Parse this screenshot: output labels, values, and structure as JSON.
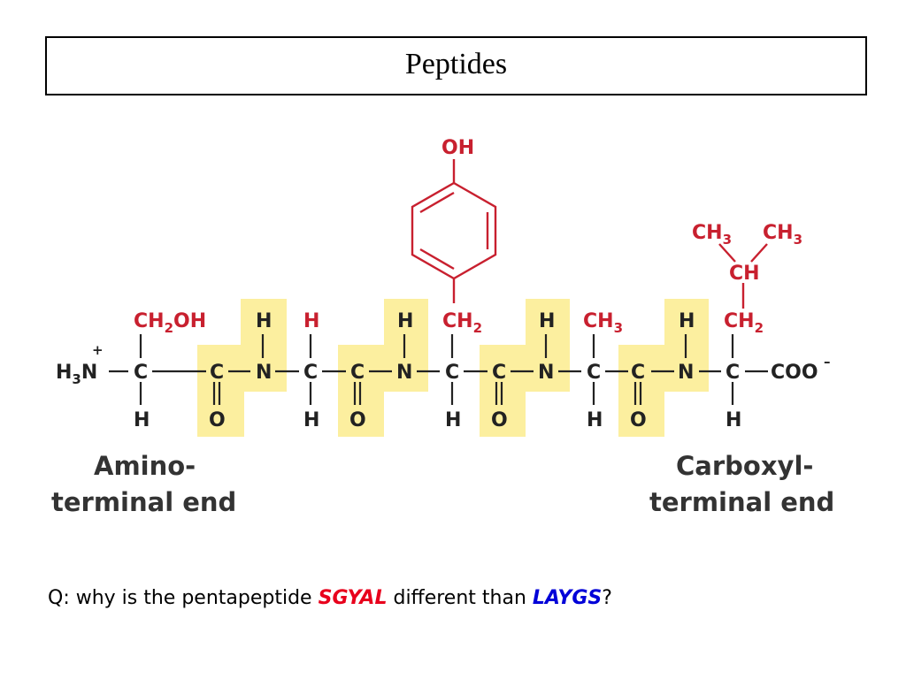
{
  "slide": {
    "title": "Peptides"
  },
  "diagram": {
    "n_terminus": {
      "h3": "H",
      "sub": "3",
      "n": "N",
      "charge": "+"
    },
    "c_terminus": {
      "coo": "COO",
      "charge": "–"
    },
    "atoms": {
      "C": "C",
      "N": "N",
      "H": "H",
      "O": "O"
    },
    "side_chains": {
      "serine": {
        "ch": "CH",
        "sub": "2",
        "oh": "OH"
      },
      "glycine": {
        "h": "H"
      },
      "tyrosine": {
        "ch": "CH",
        "sub": "2",
        "oh": "OH"
      },
      "alanine": {
        "ch": "CH",
        "sub": "3"
      },
      "leucine": {
        "ch2": "CH",
        "ch2_sub": "2",
        "ch": "CH",
        "ch3a": "CH",
        "ch3a_sub": "3",
        "ch3b": "CH",
        "ch3b_sub": "3"
      }
    },
    "labels": {
      "amino_line1": "Amino-",
      "amino_line2": "terminal end",
      "carboxyl_line1": "Carboxyl-",
      "carboxyl_line2": "terminal end"
    },
    "colors": {
      "highlight": "#fcef9f",
      "side_chain": "#c8202f",
      "backbone": "#222222"
    }
  },
  "question": {
    "prefix": "Q: why is the pentapeptide ",
    "seq1": "SGYAL",
    "middle": " different than ",
    "seq2": "LAYGS",
    "suffix": "?"
  }
}
